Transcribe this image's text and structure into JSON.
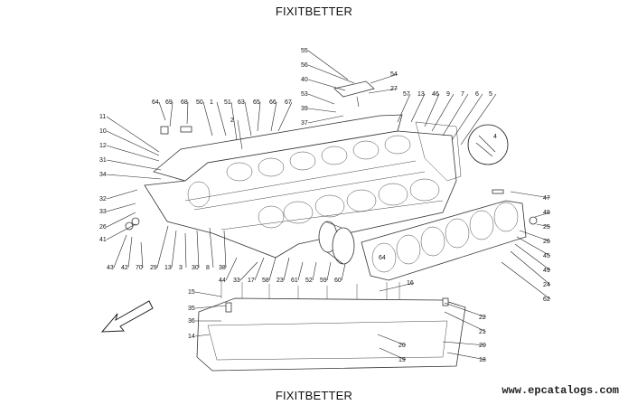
{
  "header_title": "FIXITBETTER",
  "footer_title": "FIXITBETTER",
  "watermark": "www.epcatalogs.com",
  "inset_label": "4",
  "gasket_label": "64",
  "callouts": [
    "55",
    "56",
    "40",
    "54",
    "27",
    "53",
    "39",
    "37",
    "64",
    "69",
    "68",
    "50",
    "1",
    "51",
    "63",
    "65",
    "66",
    "67",
    "57",
    "13",
    "46",
    "9",
    "7",
    "6",
    "5",
    "2",
    "11",
    "10",
    "12",
    "31",
    "34",
    "32",
    "33",
    "26",
    "41",
    "43",
    "42",
    "70",
    "29",
    "13",
    "3",
    "30",
    "8",
    "38",
    "44",
    "33",
    "17",
    "58",
    "23",
    "61",
    "52",
    "59",
    "60",
    "47",
    "48",
    "25",
    "26",
    "45",
    "49",
    "24",
    "62",
    "15",
    "35",
    "36",
    "14",
    "16",
    "22",
    "21",
    "20",
    "20",
    "19",
    "18"
  ]
}
